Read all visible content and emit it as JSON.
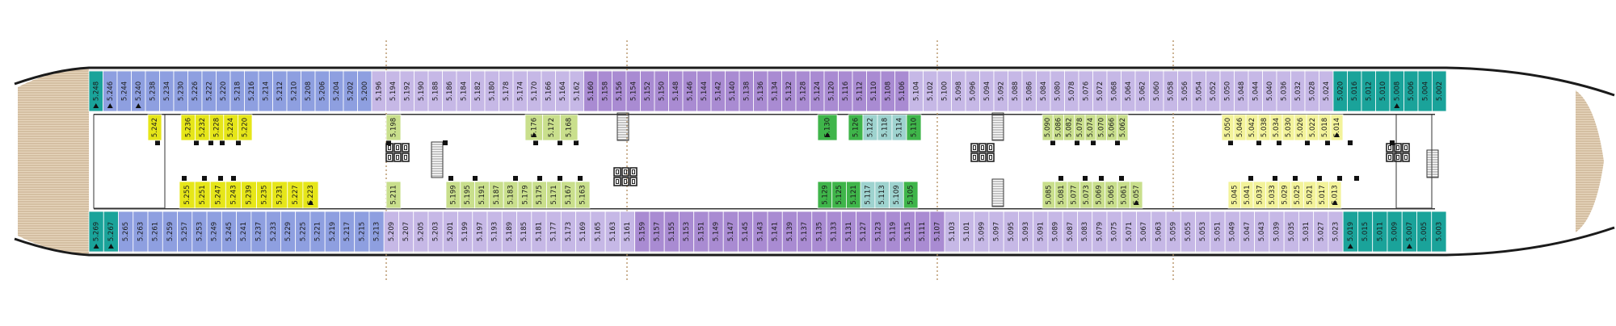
{
  "colors": {
    "teal": "#1aa39a",
    "blue": "#8e9fe0",
    "lavender": "#c6b8e6",
    "purple": "#a98bd2",
    "yellow": "#e6e619",
    "lime": "#c9df8c",
    "green": "#3fb54a",
    "aqua": "#9ed3cf",
    "paleyellow": "#f3f39a",
    "hull": "#1b1b1b",
    "deck": "#e7d6bd"
  },
  "cabins": {
    "top_outer": [
      {
        "n": "5.248",
        "c": "teal",
        "acc": true
      },
      {
        "n": "5.246",
        "c": "blue",
        "acc": true
      },
      {
        "n": "5.244",
        "c": "blue"
      },
      {
        "n": "5.240",
        "c": "blue",
        "acc": true
      },
      {
        "n": "5.238",
        "c": "blue"
      },
      {
        "n": "5.234",
        "c": "blue"
      },
      {
        "n": "5.230",
        "c": "blue"
      },
      {
        "n": "5.226",
        "c": "blue"
      },
      {
        "n": "5.222",
        "c": "blue"
      },
      {
        "n": "5.220",
        "c": "blue"
      },
      {
        "n": "5.218",
        "c": "blue"
      },
      {
        "n": "5.216",
        "c": "blue"
      },
      {
        "n": "5.214",
        "c": "blue"
      },
      {
        "n": "5.212",
        "c": "blue"
      },
      {
        "n": "5.210",
        "c": "blue"
      },
      {
        "n": "5.208",
        "c": "blue"
      },
      {
        "n": "5.206",
        "c": "blue"
      },
      {
        "n": "5.204",
        "c": "blue"
      },
      {
        "n": "5.202",
        "c": "blue"
      },
      {
        "n": "5.200",
        "c": "blue"
      },
      {
        "n": "5.196",
        "c": "lavender"
      },
      {
        "n": "5.194",
        "c": "lavender"
      },
      {
        "n": "5.192",
        "c": "lavender"
      },
      {
        "n": "5.190",
        "c": "lavender"
      },
      {
        "n": "5.188",
        "c": "lavender"
      },
      {
        "n": "5.186",
        "c": "lavender"
      },
      {
        "n": "5.184",
        "c": "lavender"
      },
      {
        "n": "5.182",
        "c": "lavender"
      },
      {
        "n": "5.180",
        "c": "lavender"
      },
      {
        "n": "5.178",
        "c": "lavender"
      },
      {
        "n": "5.174",
        "c": "lavender"
      },
      {
        "n": "5.170",
        "c": "lavender"
      },
      {
        "n": "5.166",
        "c": "lavender"
      },
      {
        "n": "5.164",
        "c": "lavender"
      },
      {
        "n": "5.162",
        "c": "lavender"
      },
      {
        "n": "5.160",
        "c": "purple"
      },
      {
        "n": "5.158",
        "c": "purple"
      },
      {
        "n": "5.156",
        "c": "purple"
      },
      {
        "n": "5.154",
        "c": "purple"
      },
      {
        "n": "5.152",
        "c": "purple"
      },
      {
        "n": "5.150",
        "c": "purple"
      },
      {
        "n": "5.148",
        "c": "purple"
      },
      {
        "n": "5.146",
        "c": "purple"
      },
      {
        "n": "5.144",
        "c": "purple"
      },
      {
        "n": "5.142",
        "c": "purple"
      },
      {
        "n": "5.140",
        "c": "purple"
      },
      {
        "n": "5.138",
        "c": "purple"
      },
      {
        "n": "5.136",
        "c": "purple"
      },
      {
        "n": "5.134",
        "c": "purple"
      },
      {
        "n": "5.132",
        "c": "purple"
      },
      {
        "n": "5.128",
        "c": "purple"
      },
      {
        "n": "5.124",
        "c": "purple"
      },
      {
        "n": "5.120",
        "c": "purple"
      },
      {
        "n": "5.116",
        "c": "purple"
      },
      {
        "n": "5.112",
        "c": "purple"
      },
      {
        "n": "5.110",
        "c": "purple"
      },
      {
        "n": "5.108",
        "c": "purple"
      },
      {
        "n": "5.106",
        "c": "purple"
      },
      {
        "n": "5.104",
        "c": "lavender"
      },
      {
        "n": "5.102",
        "c": "lavender"
      },
      {
        "n": "5.100",
        "c": "lavender"
      },
      {
        "n": "5.098",
        "c": "lavender"
      },
      {
        "n": "5.096",
        "c": "lavender"
      },
      {
        "n": "5.094",
        "c": "lavender"
      },
      {
        "n": "5.092",
        "c": "lavender"
      },
      {
        "n": "5.088",
        "c": "lavender"
      },
      {
        "n": "5.086",
        "c": "lavender"
      },
      {
        "n": "5.084",
        "c": "lavender"
      },
      {
        "n": "5.080",
        "c": "lavender"
      },
      {
        "n": "5.078",
        "c": "lavender"
      },
      {
        "n": "5.076",
        "c": "lavender"
      },
      {
        "n": "5.072",
        "c": "lavender"
      },
      {
        "n": "5.068",
        "c": "lavender"
      },
      {
        "n": "5.064",
        "c": "lavender"
      },
      {
        "n": "5.062",
        "c": "lavender"
      },
      {
        "n": "5.060",
        "c": "lavender"
      },
      {
        "n": "5.058",
        "c": "lavender"
      },
      {
        "n": "5.056",
        "c": "lavender"
      },
      {
        "n": "5.054",
        "c": "lavender"
      },
      {
        "n": "5.052",
        "c": "lavender"
      },
      {
        "n": "5.050",
        "c": "lavender"
      },
      {
        "n": "5.048",
        "c": "lavender"
      },
      {
        "n": "5.044",
        "c": "lavender"
      },
      {
        "n": "5.040",
        "c": "lavender"
      },
      {
        "n": "5.036",
        "c": "lavender"
      },
      {
        "n": "5.032",
        "c": "lavender"
      },
      {
        "n": "5.028",
        "c": "lavender"
      },
      {
        "n": "5.024",
        "c": "lavender"
      },
      {
        "n": "5.020",
        "c": "teal"
      },
      {
        "n": "5.016",
        "c": "teal"
      },
      {
        "n": "5.012",
        "c": "teal"
      },
      {
        "n": "5.010",
        "c": "teal"
      },
      {
        "n": "5.008",
        "c": "teal",
        "acc": true
      },
      {
        "n": "5.006",
        "c": "teal"
      },
      {
        "n": "5.004",
        "c": "teal"
      },
      {
        "n": "5.002",
        "c": "teal"
      }
    ],
    "bottom_outer": [
      {
        "n": "5.269",
        "c": "teal",
        "acc": true
      },
      {
        "n": "5.267",
        "c": "teal",
        "acc": true
      },
      {
        "n": "5.265",
        "c": "blue"
      },
      {
        "n": "5.263",
        "c": "blue"
      },
      {
        "n": "5.261",
        "c": "blue"
      },
      {
        "n": "5.259",
        "c": "blue"
      },
      {
        "n": "5.257",
        "c": "blue"
      },
      {
        "n": "5.253",
        "c": "blue"
      },
      {
        "n": "5.249",
        "c": "blue"
      },
      {
        "n": "5.245",
        "c": "blue"
      },
      {
        "n": "5.241",
        "c": "blue"
      },
      {
        "n": "5.237",
        "c": "blue"
      },
      {
        "n": "5.233",
        "c": "blue"
      },
      {
        "n": "5.229",
        "c": "blue"
      },
      {
        "n": "5.225",
        "c": "blue"
      },
      {
        "n": "5.221",
        "c": "blue"
      },
      {
        "n": "5.219",
        "c": "blue"
      },
      {
        "n": "5.217",
        "c": "blue"
      },
      {
        "n": "5.215",
        "c": "blue"
      },
      {
        "n": "5.213",
        "c": "blue"
      },
      {
        "n": "5.209",
        "c": "lavender"
      },
      {
        "n": "5.207",
        "c": "lavender"
      },
      {
        "n": "5.205",
        "c": "lavender"
      },
      {
        "n": "5.203",
        "c": "lavender"
      },
      {
        "n": "5.201",
        "c": "lavender"
      },
      {
        "n": "5.199",
        "c": "lavender"
      },
      {
        "n": "5.197",
        "c": "lavender"
      },
      {
        "n": "5.193",
        "c": "lavender"
      },
      {
        "n": "5.189",
        "c": "lavender"
      },
      {
        "n": "5.185",
        "c": "lavender"
      },
      {
        "n": "5.181",
        "c": "lavender"
      },
      {
        "n": "5.177",
        "c": "lavender"
      },
      {
        "n": "5.173",
        "c": "lavender"
      },
      {
        "n": "5.169",
        "c": "lavender"
      },
      {
        "n": "5.165",
        "c": "lavender"
      },
      {
        "n": "5.163",
        "c": "lavender"
      },
      {
        "n": "5.161",
        "c": "lavender"
      },
      {
        "n": "5.159",
        "c": "purple"
      },
      {
        "n": "5.157",
        "c": "purple"
      },
      {
        "n": "5.155",
        "c": "purple"
      },
      {
        "n": "5.153",
        "c": "purple"
      },
      {
        "n": "5.151",
        "c": "purple"
      },
      {
        "n": "5.149",
        "c": "purple"
      },
      {
        "n": "5.147",
        "c": "purple"
      },
      {
        "n": "5.145",
        "c": "purple"
      },
      {
        "n": "5.143",
        "c": "purple"
      },
      {
        "n": "5.141",
        "c": "purple"
      },
      {
        "n": "5.139",
        "c": "purple"
      },
      {
        "n": "5.137",
        "c": "purple"
      },
      {
        "n": "5.135",
        "c": "purple"
      },
      {
        "n": "5.133",
        "c": "purple"
      },
      {
        "n": "5.131",
        "c": "purple"
      },
      {
        "n": "5.127",
        "c": "purple"
      },
      {
        "n": "5.123",
        "c": "purple"
      },
      {
        "n": "5.119",
        "c": "purple"
      },
      {
        "n": "5.115",
        "c": "purple"
      },
      {
        "n": "5.111",
        "c": "purple"
      },
      {
        "n": "5.107",
        "c": "purple"
      },
      {
        "n": "5.103",
        "c": "lavender"
      },
      {
        "n": "5.101",
        "c": "lavender"
      },
      {
        "n": "5.099",
        "c": "lavender"
      },
      {
        "n": "5.097",
        "c": "lavender"
      },
      {
        "n": "5.095",
        "c": "lavender"
      },
      {
        "n": "5.093",
        "c": "lavender"
      },
      {
        "n": "5.091",
        "c": "lavender"
      },
      {
        "n": "5.089",
        "c": "lavender"
      },
      {
        "n": "5.087",
        "c": "lavender"
      },
      {
        "n": "5.083",
        "c": "lavender"
      },
      {
        "n": "5.079",
        "c": "lavender"
      },
      {
        "n": "5.075",
        "c": "lavender"
      },
      {
        "n": "5.071",
        "c": "lavender"
      },
      {
        "n": "5.067",
        "c": "lavender"
      },
      {
        "n": "5.063",
        "c": "lavender"
      },
      {
        "n": "5.059",
        "c": "lavender"
      },
      {
        "n": "5.055",
        "c": "lavender"
      },
      {
        "n": "5.053",
        "c": "lavender"
      },
      {
        "n": "5.051",
        "c": "lavender"
      },
      {
        "n": "5.049",
        "c": "lavender"
      },
      {
        "n": "5.047",
        "c": "lavender"
      },
      {
        "n": "5.043",
        "c": "lavender"
      },
      {
        "n": "5.039",
        "c": "lavender"
      },
      {
        "n": "5.035",
        "c": "lavender"
      },
      {
        "n": "5.031",
        "c": "lavender"
      },
      {
        "n": "5.027",
        "c": "lavender"
      },
      {
        "n": "5.023",
        "c": "lavender"
      },
      {
        "n": "5.019",
        "c": "teal",
        "acc": true
      },
      {
        "n": "5.015",
        "c": "teal"
      },
      {
        "n": "5.011",
        "c": "teal"
      },
      {
        "n": "5.009",
        "c": "teal"
      },
      {
        "n": "5.007",
        "c": "teal",
        "acc": true
      },
      {
        "n": "5.005",
        "c": "teal"
      },
      {
        "n": "5.003",
        "c": "teal"
      }
    ],
    "inner_top": [
      {
        "group": "g1",
        "items": [
          {
            "n": "5.242",
            "c": "yellow"
          }
        ]
      },
      {
        "group": "g2",
        "items": [
          {
            "n": "5.236",
            "c": "yellow"
          },
          {
            "n": "5.232",
            "c": "yellow"
          },
          {
            "n": "5.228",
            "c": "yellow"
          },
          {
            "n": "5.224",
            "c": "yellow"
          },
          {
            "n": "5.220",
            "c": "yellow"
          }
        ]
      },
      {
        "group": "g3",
        "items": [
          {
            "n": "5.198",
            "c": "lime"
          }
        ]
      },
      {
        "group": "g4",
        "items": [
          {
            "n": "5.176",
            "c": "lime",
            "acc": true
          },
          {
            "n": "5.172",
            "c": "lime"
          },
          {
            "n": "5.168",
            "c": "lime"
          }
        ]
      },
      {
        "group": "g5",
        "items": [
          {
            "n": "5.130",
            "c": "green",
            "acc": true
          }
        ]
      },
      {
        "group": "g6",
        "items": [
          {
            "n": "5.126",
            "c": "green"
          },
          {
            "n": "5.122",
            "c": "aqua"
          },
          {
            "n": "5.118",
            "c": "aqua"
          },
          {
            "n": "5.114",
            "c": "aqua"
          },
          {
            "n": "5.110",
            "c": "green"
          }
        ]
      },
      {
        "group": "g7",
        "items": [
          {
            "n": "5.090",
            "c": "lime"
          },
          {
            "n": "5.086",
            "c": "lime"
          },
          {
            "n": "5.082",
            "c": "lime"
          },
          {
            "n": "5.078",
            "c": "lime"
          },
          {
            "n": "5.074",
            "c": "lime"
          },
          {
            "n": "5.070",
            "c": "lime"
          },
          {
            "n": "5.066",
            "c": "lime"
          },
          {
            "n": "5.062",
            "c": "lime"
          }
        ]
      },
      {
        "group": "g8",
        "items": [
          {
            "n": "5.050",
            "c": "paleyellow"
          },
          {
            "n": "5.046",
            "c": "paleyellow"
          },
          {
            "n": "5.042",
            "c": "paleyellow"
          },
          {
            "n": "5.038",
            "c": "paleyellow"
          },
          {
            "n": "5.034",
            "c": "paleyellow"
          },
          {
            "n": "5.030",
            "c": "paleyellow"
          },
          {
            "n": "5.026",
            "c": "paleyellow"
          },
          {
            "n": "5.022",
            "c": "paleyellow"
          },
          {
            "n": "5.018",
            "c": "paleyellow"
          },
          {
            "n": "5.014",
            "c": "paleyellow",
            "acc": true
          }
        ]
      }
    ],
    "inner_bottom": [
      {
        "group": "h1",
        "items": [
          {
            "n": "5.255",
            "c": "yellow"
          },
          {
            "n": "5.251",
            "c": "yellow"
          },
          {
            "n": "5.247",
            "c": "yellow"
          },
          {
            "n": "5.243",
            "c": "yellow"
          },
          {
            "n": "5.239",
            "c": "yellow"
          },
          {
            "n": "5.235",
            "c": "yellow"
          },
          {
            "n": "5.231",
            "c": "yellow"
          },
          {
            "n": "5.227",
            "c": "yellow"
          },
          {
            "n": "5.223",
            "c": "yellow",
            "acc": true
          }
        ]
      },
      {
        "group": "h2",
        "items": [
          {
            "n": "5.211",
            "c": "lime"
          }
        ]
      },
      {
        "group": "h3",
        "items": [
          {
            "n": "5.199",
            "c": "lime"
          },
          {
            "n": "5.195",
            "c": "lime"
          },
          {
            "n": "5.191",
            "c": "lime"
          },
          {
            "n": "5.187",
            "c": "lime"
          },
          {
            "n": "5.183",
            "c": "lime"
          },
          {
            "n": "5.179",
            "c": "lime"
          },
          {
            "n": "5.175",
            "c": "lime"
          },
          {
            "n": "5.171",
            "c": "lime"
          },
          {
            "n": "5.167",
            "c": "lime"
          },
          {
            "n": "5.163",
            "c": "lime"
          }
        ]
      },
      {
        "group": "h4",
        "items": [
          {
            "n": "5.129",
            "c": "green"
          },
          {
            "n": "5.125",
            "c": "green"
          },
          {
            "n": "5.121",
            "c": "green"
          },
          {
            "n": "5.117",
            "c": "aqua"
          },
          {
            "n": "5.113",
            "c": "aqua"
          },
          {
            "n": "5.109",
            "c": "aqua"
          },
          {
            "n": "5.105",
            "c": "green"
          }
        ]
      },
      {
        "group": "h5",
        "items": [
          {
            "n": "5.085",
            "c": "lime"
          },
          {
            "n": "5.081",
            "c": "lime"
          },
          {
            "n": "5.077",
            "c": "lime"
          },
          {
            "n": "5.073",
            "c": "lime"
          },
          {
            "n": "5.069",
            "c": "lime"
          },
          {
            "n": "5.065",
            "c": "lime"
          },
          {
            "n": "5.061",
            "c": "lime"
          },
          {
            "n": "5.057",
            "c": "lime",
            "acc": true
          }
        ]
      },
      {
        "group": "h6",
        "items": [
          {
            "n": "5.045",
            "c": "paleyellow"
          },
          {
            "n": "5.041",
            "c": "paleyellow"
          },
          {
            "n": "5.037",
            "c": "paleyellow"
          },
          {
            "n": "5.033",
            "c": "paleyellow"
          },
          {
            "n": "5.029",
            "c": "paleyellow"
          },
          {
            "n": "5.025",
            "c": "paleyellow"
          },
          {
            "n": "5.021",
            "c": "paleyellow"
          },
          {
            "n": "5.017",
            "c": "paleyellow"
          },
          {
            "n": "5.013",
            "c": "paleyellow",
            "acc": true
          }
        ]
      }
    ]
  }
}
